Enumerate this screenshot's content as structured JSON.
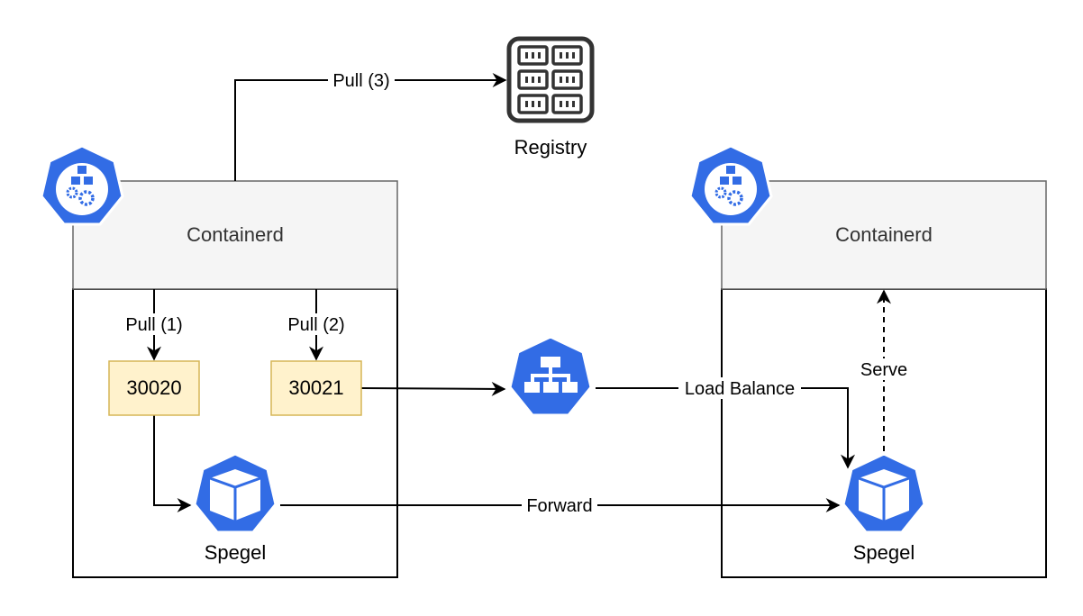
{
  "registry": {
    "label": "Registry",
    "icon": "registry-server-icon"
  },
  "nodes": [
    {
      "title": "Containerd",
      "icon": "kubernetes-node-icon",
      "spegel_label": "Spegel",
      "spegel_icon": "kubernetes-pod-icon"
    },
    {
      "title": "Containerd",
      "icon": "kubernetes-node-icon",
      "spegel_label": "Spegel",
      "spegel_icon": "kubernetes-pod-icon"
    }
  ],
  "ports": [
    "30020",
    "30021"
  ],
  "service": {
    "icon": "kubernetes-service-icon"
  },
  "edges": {
    "pull1": "Pull (1)",
    "pull2": "Pull (2)",
    "pull3": "Pull (3)",
    "load_balance": "Load Balance",
    "forward": "Forward",
    "serve": "Serve"
  },
  "colors": {
    "k8s_blue": "#326ce5",
    "port_fill": "#fff2cc",
    "port_stroke": "#d6b656",
    "header_fill": "#f5f5f5",
    "header_stroke": "#666666",
    "header_text": "#333333"
  }
}
